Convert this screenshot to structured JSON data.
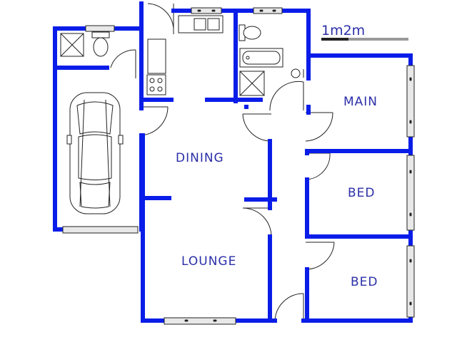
{
  "colors": {
    "wall": "#0a1de8",
    "label": "#2b2fa8",
    "line": "#222222",
    "window_fill": "#e8e8e8",
    "background": "#ffffff",
    "scale_bar_grey": "#9a9a9a"
  },
  "scale": {
    "label": "1m2m"
  },
  "rooms": {
    "main": "MAIN",
    "dining": "DINING",
    "bed1": "BED",
    "lounge": "LOUNGE",
    "bed2": "BED"
  },
  "fixtures": [
    "shower-icon",
    "toilet-icon",
    "kitchen-sink-icon",
    "stove-icon",
    "bathtub-icon",
    "basin-icon",
    "car-icon"
  ]
}
